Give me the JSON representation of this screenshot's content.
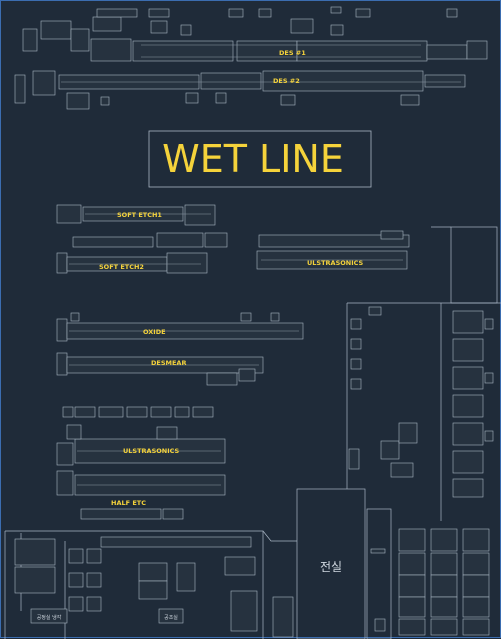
{
  "title": "WET LINE",
  "line_labels": {
    "des1": "DES #1",
    "des2": "DES #2",
    "soft_etch1": "SOFT ETCH1",
    "soft_etch2": "SOFT ETCH2",
    "ultrasonics_right": "ULSTRASONICS",
    "oxide": "OXIDE",
    "desmear": "DESMEAR",
    "ultrasonics_left": "ULSTRASONICS",
    "half_etc": "HALF ETC"
  },
  "room_labels": {
    "electrical_room": "전실",
    "bottom_left_small": "공정실 냉각",
    "bottom_center_small": "공조실"
  },
  "colors": {
    "background": "#1f2b39",
    "border": "#3b6db0",
    "line": "#a9b6c4",
    "label": "#f5d33b"
  }
}
